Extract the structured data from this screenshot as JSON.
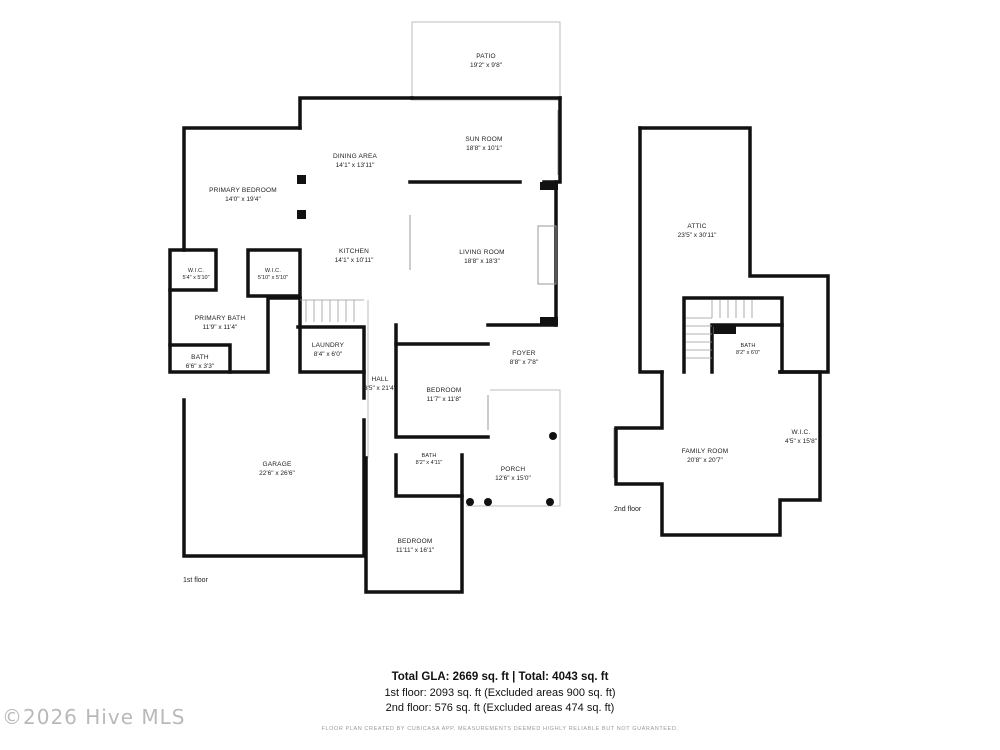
{
  "rooms_first": [
    {
      "name": "PATIO",
      "dims": "19'2\" x 9'8\""
    },
    {
      "name": "SUN ROOM",
      "dims": "18'8\" x 10'1\""
    },
    {
      "name": "DINING AREA",
      "dims": "14'1\" x 13'11\""
    },
    {
      "name": "PRIMARY BEDROOM",
      "dims": "14'0\" x 19'4\""
    },
    {
      "name": "KITCHEN",
      "dims": "14'1\" x 10'11\""
    },
    {
      "name": "LIVING ROOM",
      "dims": "18'8\" x 18'3\""
    },
    {
      "name": "W.I.C.",
      "dims": "5'4\" x 5'10\""
    },
    {
      "name": "W.I.C.",
      "dims": "5'10\" x 5'10\""
    },
    {
      "name": "PRIMARY BATH",
      "dims": "11'9\" x 11'4\""
    },
    {
      "name": "LAUNDRY",
      "dims": "8'4\" x 6'0\""
    },
    {
      "name": "FOYER",
      "dims": "8'8\" x 7'8\""
    },
    {
      "name": "BATH",
      "dims": "6'6\" x 3'3\""
    },
    {
      "name": "HALL",
      "dims": "3'5\" x 21'4\""
    },
    {
      "name": "BEDROOM",
      "dims": "11'7\" x 11'8\""
    },
    {
      "name": "GARAGE",
      "dims": "22'6\" x 26'6\""
    },
    {
      "name": "BATH",
      "dims": "8'2\" x 4'11\""
    },
    {
      "name": "PORCH",
      "dims": "12'6\" x 15'0\""
    },
    {
      "name": "BEDROOM",
      "dims": "11'11\" x 16'1\""
    }
  ],
  "rooms_second": [
    {
      "name": "ATTIC",
      "dims": "23'5\" x 30'11\""
    },
    {
      "name": "BATH",
      "dims": "8'2\" x 6'0\""
    },
    {
      "name": "FAMILY ROOM",
      "dims": "20'8\" x 20'7\""
    },
    {
      "name": "W.I.C.",
      "dims": "4'5\" x 15'8\""
    }
  ],
  "floor_labels": {
    "first": "1st floor",
    "second": "2nd floor"
  },
  "summary": {
    "total": "Total GLA: 2669 sq. ft | Total: 4043 sq. ft",
    "first": "1st floor: 2093 sq. ft (Excluded areas 900 sq. ft)",
    "second": "2nd floor: 576 sq. ft (Excluded areas 474 sq. ft)"
  },
  "disclaimer": "FLOOR PLAN CREATED BY CUBICASA APP. MEASUREMENTS DEEMED HIGHLY RELIABLE BUT NOT GUARANTEED.",
  "watermark": "©2026 Hive MLS",
  "colors": {
    "wall": "#111111",
    "thin_line": "#bdbdbd",
    "window": "#9a9a9a"
  }
}
